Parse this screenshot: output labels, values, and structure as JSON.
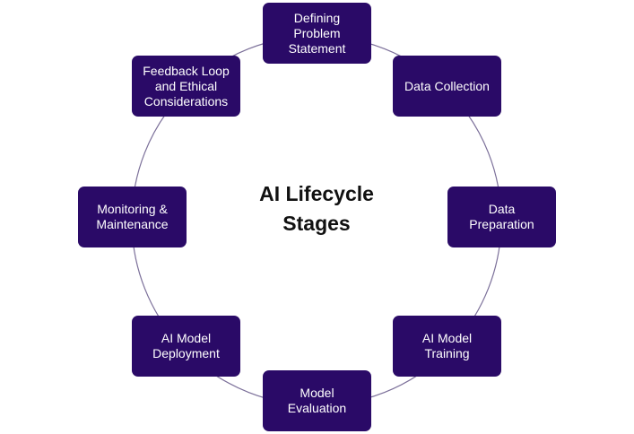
{
  "diagram": {
    "center_title": "AI Lifecycle\nStages",
    "ring_color": "#7b6f99",
    "box_color": "#2a0a67",
    "stages": [
      {
        "label": "Defining\nProblem\nStatement"
      },
      {
        "label": "Data Collection"
      },
      {
        "label": "Data\nPreparation"
      },
      {
        "label": "AI Model\nTraining"
      },
      {
        "label": "Model\nEvaluation"
      },
      {
        "label": "AI Model\nDeployment"
      },
      {
        "label": "Monitoring &\nMaintenance"
      },
      {
        "label": "Feedback Loop\nand Ethical\nConsiderations"
      }
    ]
  }
}
